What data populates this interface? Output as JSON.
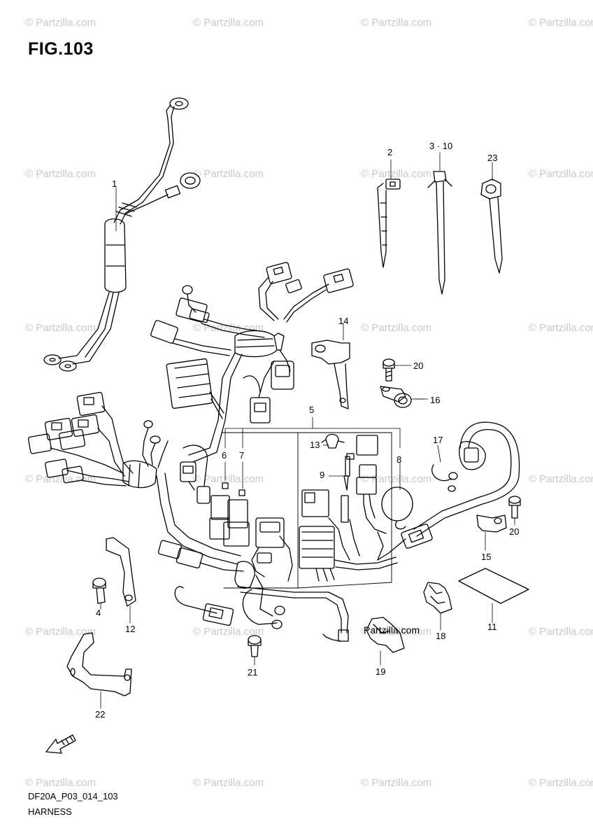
{
  "figure": {
    "title": "FIG.103",
    "code": "DF20A_P03_014_103",
    "name": "HARNESS"
  },
  "watermark": {
    "text": "© Partzilla.com",
    "color": "#c9c9c9"
  },
  "inline_watermark": "Partzilla.com",
  "callouts": {
    "p1": "1",
    "p2": "2",
    "p3_10": "3 · 10",
    "p4": "4",
    "p5": "5",
    "p6": "6",
    "p7": "7",
    "p8": "8",
    "p9": "9",
    "p11": "11",
    "p12": "12",
    "p13": "13",
    "p14": "14",
    "p15": "15",
    "p16": "16",
    "p17": "17",
    "p18": "18",
    "p19": "19",
    "p20a": "20",
    "p20b": "20",
    "p21": "21",
    "p22": "22",
    "p23": "23"
  },
  "icons": {
    "forward_arrow": "fwd-arrow-icon"
  },
  "colors": {
    "line": "#000000",
    "background": "#ffffff"
  }
}
